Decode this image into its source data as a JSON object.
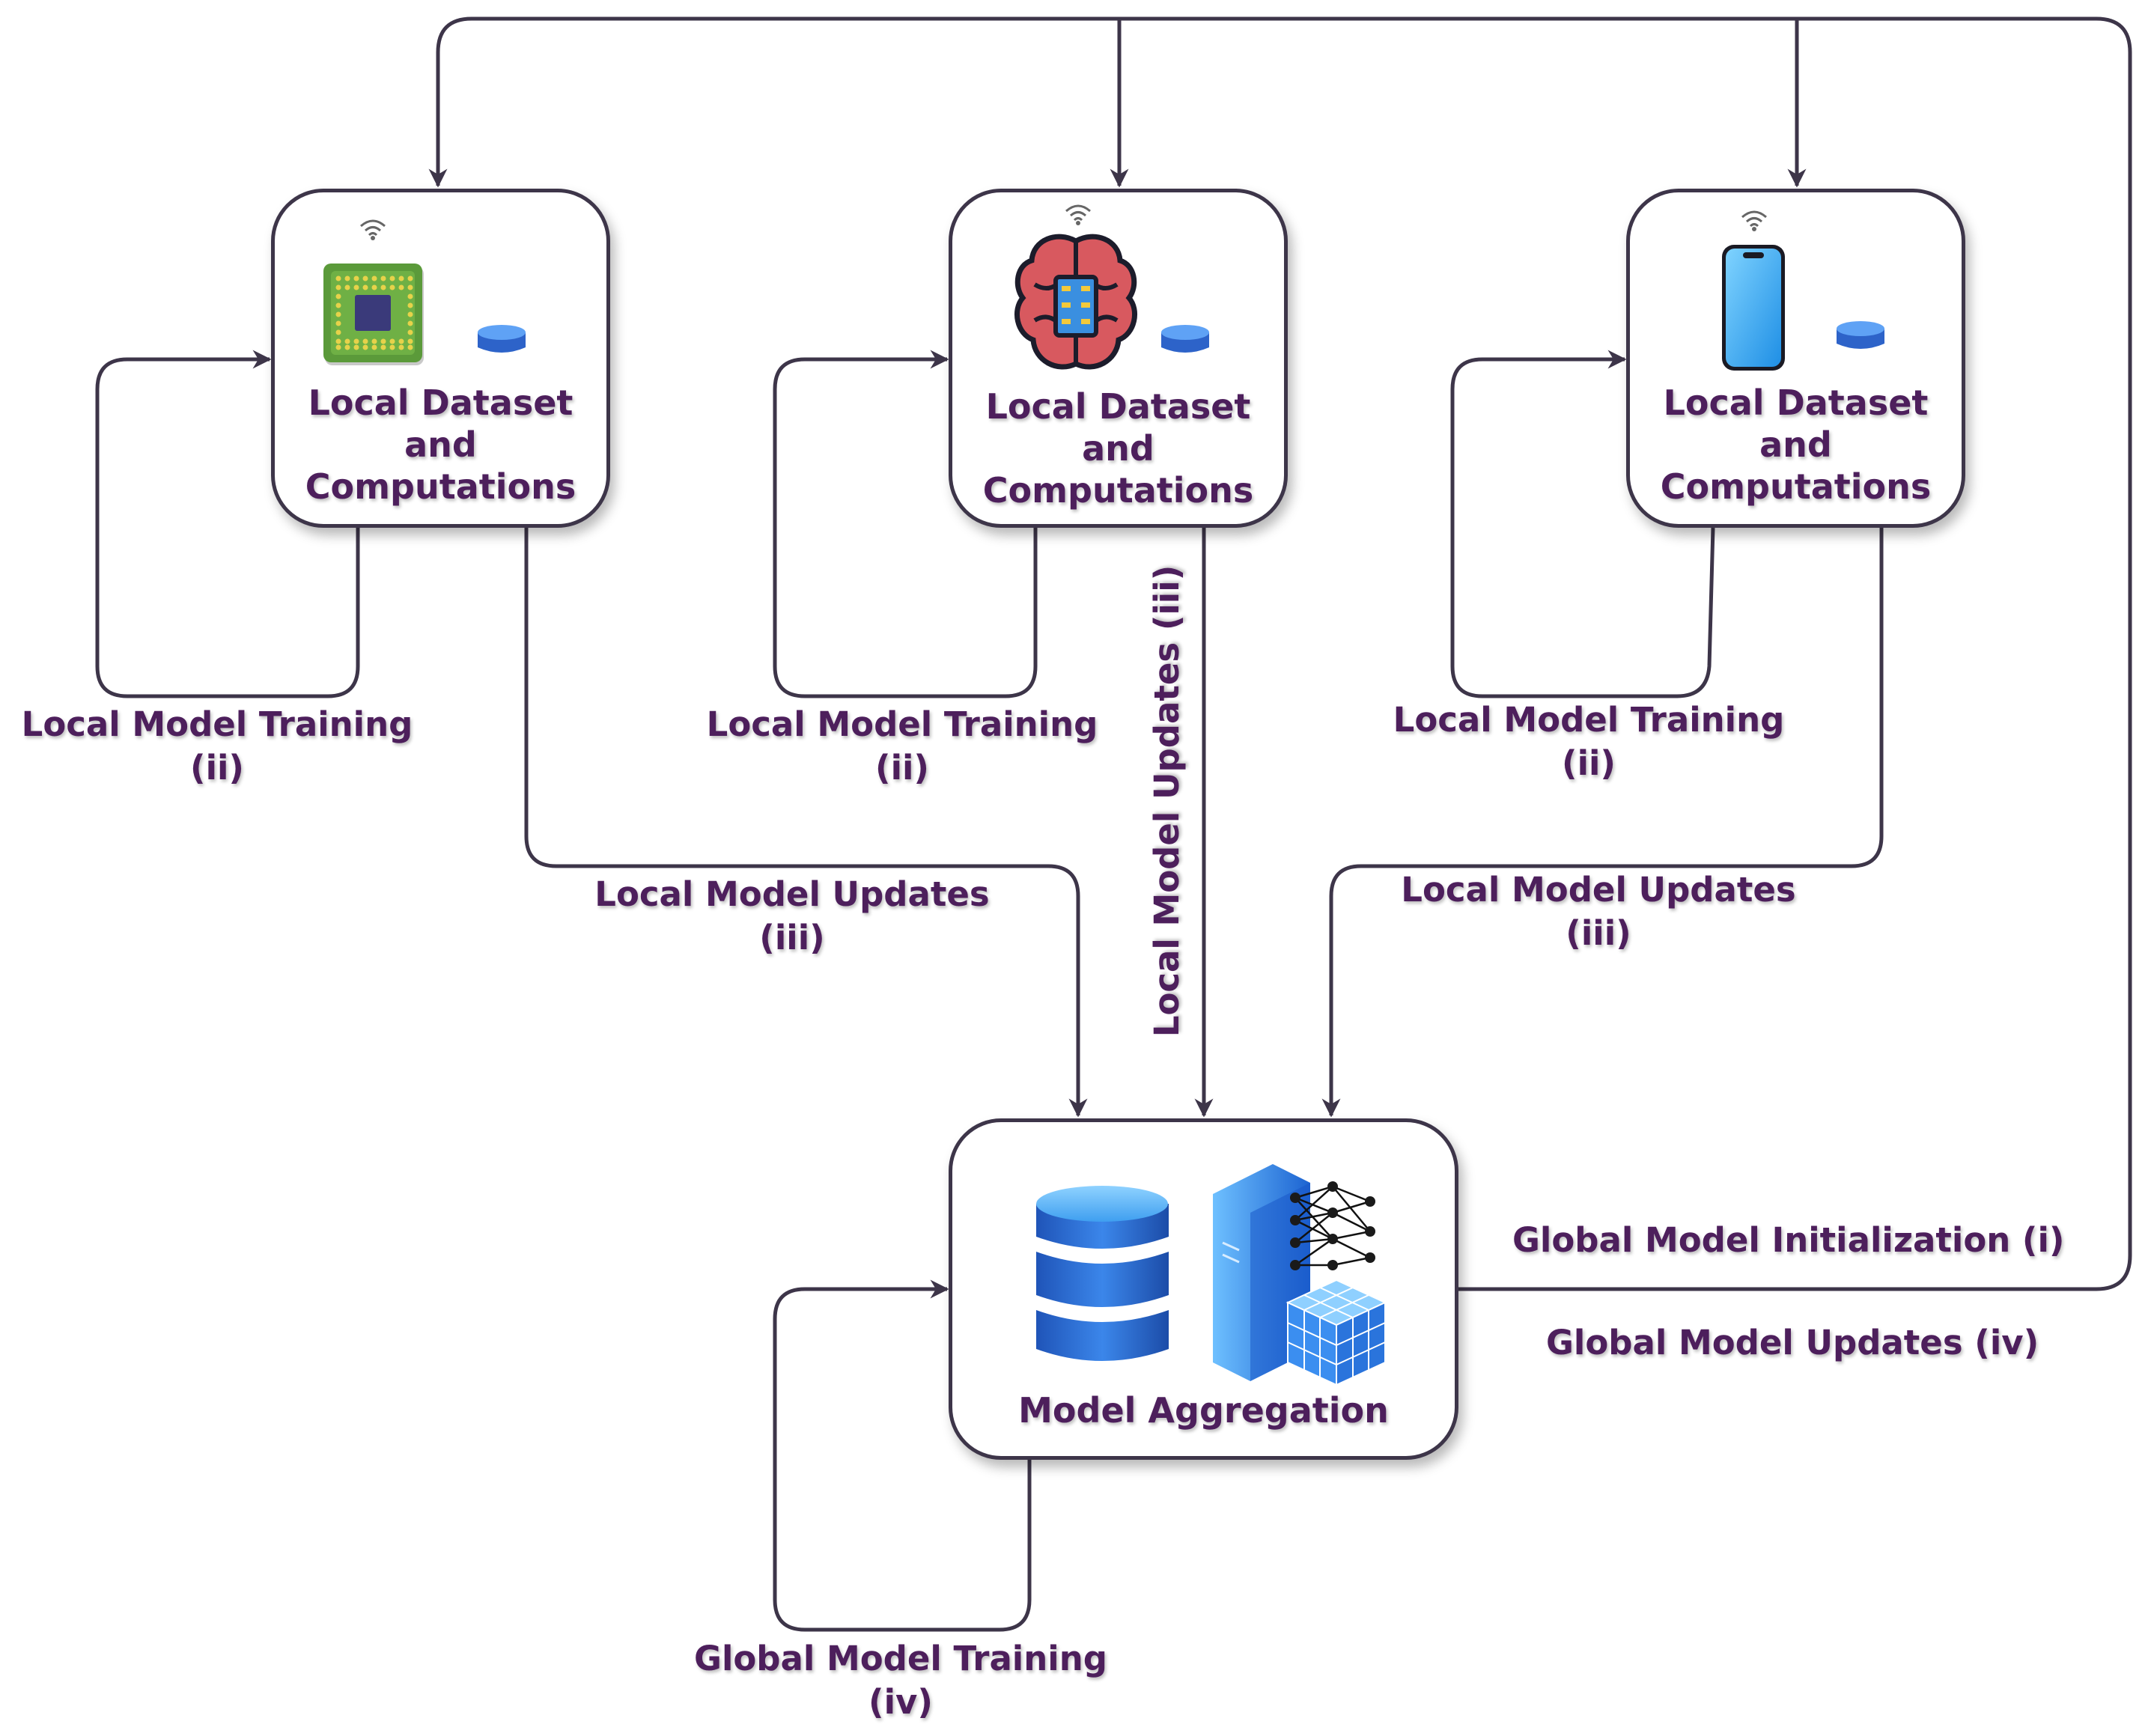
{
  "colors": {
    "line": "#3d3549",
    "text": "#4d1f5c",
    "accent_blue": "#2f7fe0"
  },
  "clients": [
    {
      "device_icon": "chip-icon",
      "title_line1": "Local Dataset",
      "title_line2": "and",
      "title_line3": "Computations",
      "training_line1": "Local Model Training",
      "training_line2": "(ii)",
      "updates_line1": "Local Model Updates",
      "updates_line2": "(iii)"
    },
    {
      "device_icon": "brain-chip-icon",
      "title_line1": "Local Dataset",
      "title_line2": "and",
      "title_line3": "Computations",
      "training_line1": "Local Model Training",
      "training_line2": "(ii)",
      "updates_line1": "Local Model Updates (iii)"
    },
    {
      "device_icon": "smartphone-icon",
      "title_line1": "Local Dataset",
      "title_line2": "and",
      "title_line3": "Computations",
      "training_line1": "Local Model Training",
      "training_line2": "(ii)",
      "updates_line1": "Local Model Updates",
      "updates_line2": "(iii)"
    }
  ],
  "server": {
    "title": "Model Aggregation",
    "icons": [
      "database-icon",
      "server-neural-network-icon"
    ],
    "training_line1": "Global Model Training",
    "training_line2": "(iv)"
  },
  "global_labels": {
    "initialization": "Global Model Initialization (i)",
    "updates": "Global Model Updates (iv)"
  }
}
